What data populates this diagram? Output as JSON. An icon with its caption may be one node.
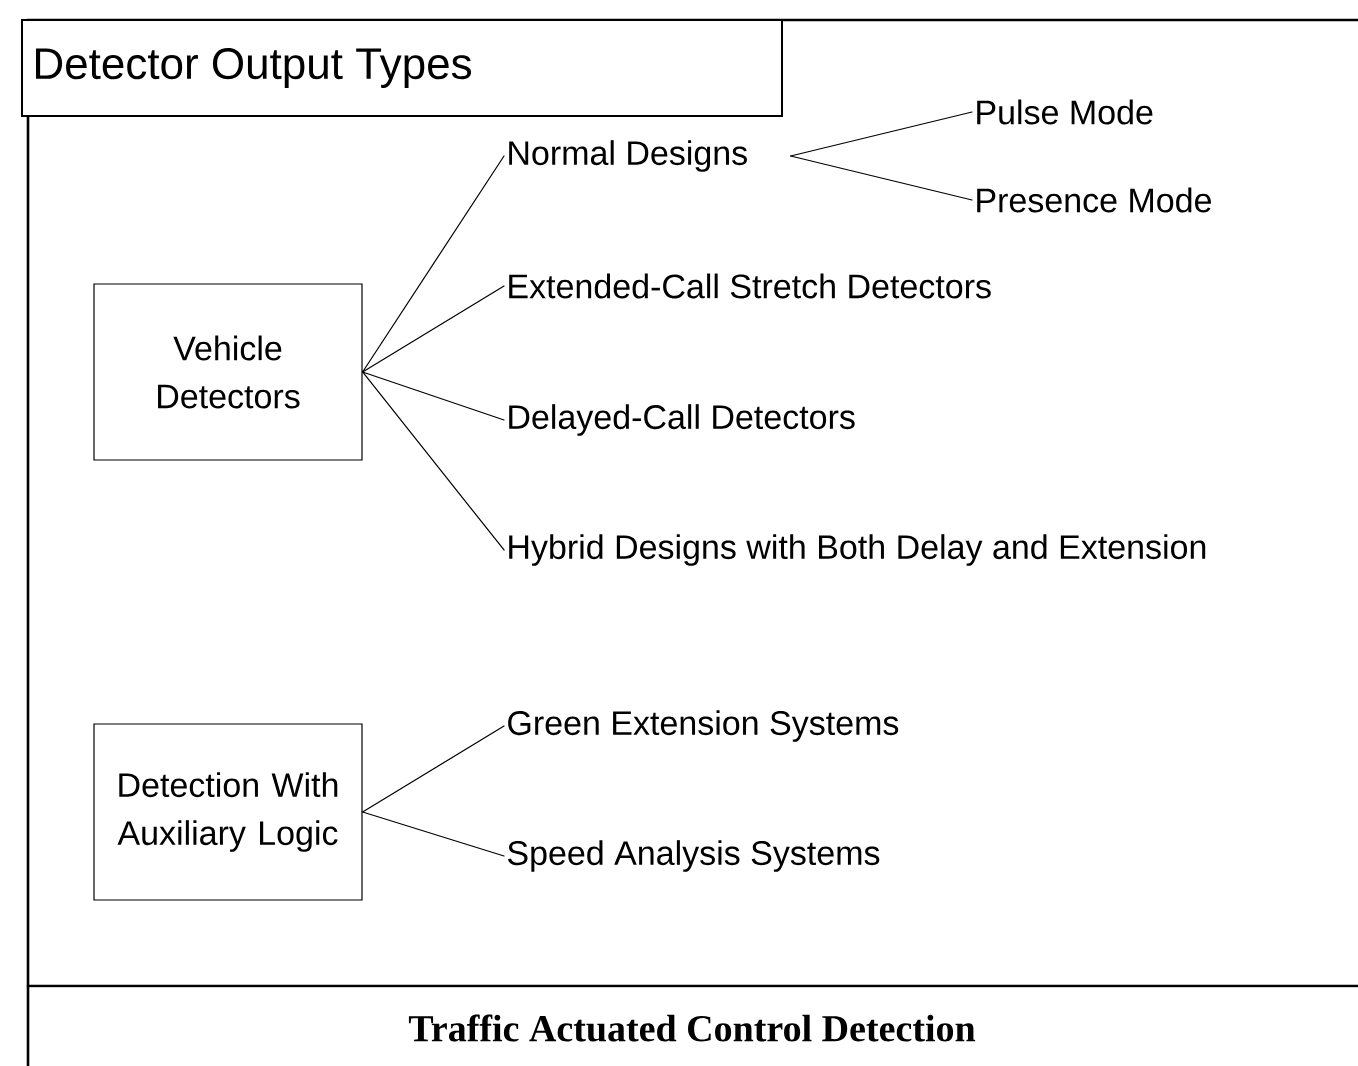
{
  "diagram": {
    "title": "Detector Output Types",
    "caption": "Traffic Actuated Control Detection",
    "nodes": [
      {
        "text": [
          "Vehicle Detectors"
        ]
      },
      {
        "text": [
          "Normal Designs"
        ]
      },
      {
        "text": [
          "Extended-Call Stretch Detectors"
        ]
      },
      {
        "text": [
          "Delayed-Call Detectors"
        ]
      },
      {
        "text": [
          "Hybrid Designs with Both Delay and Extension"
        ]
      },
      {
        "text": [
          "Pulse Mode"
        ]
      },
      {
        "text": [
          "Presence Mode"
        ]
      },
      {
        "text": [
          "Detection With Auxiliary Logic"
        ]
      },
      {
        "text": [
          "Green Extension Systems"
        ]
      },
      {
        "text": [
          "Speed Analysis Systems"
        ]
      }
    ],
    "edges": [
      {
        "from": 0,
        "to": 1,
        "arrow": "none"
      },
      {
        "from": 0,
        "to": 2,
        "arrow": "none"
      },
      {
        "from": 0,
        "to": 3,
        "arrow": "none"
      },
      {
        "from": 0,
        "to": 4,
        "arrow": "none"
      },
      {
        "from": 1,
        "to": 5,
        "arrow": "none"
      },
      {
        "from": 1,
        "to": 6,
        "arrow": "none"
      },
      {
        "from": 7,
        "to": 8,
        "arrow": "none"
      },
      {
        "from": 7,
        "to": 9,
        "arrow": "none"
      }
    ]
  }
}
